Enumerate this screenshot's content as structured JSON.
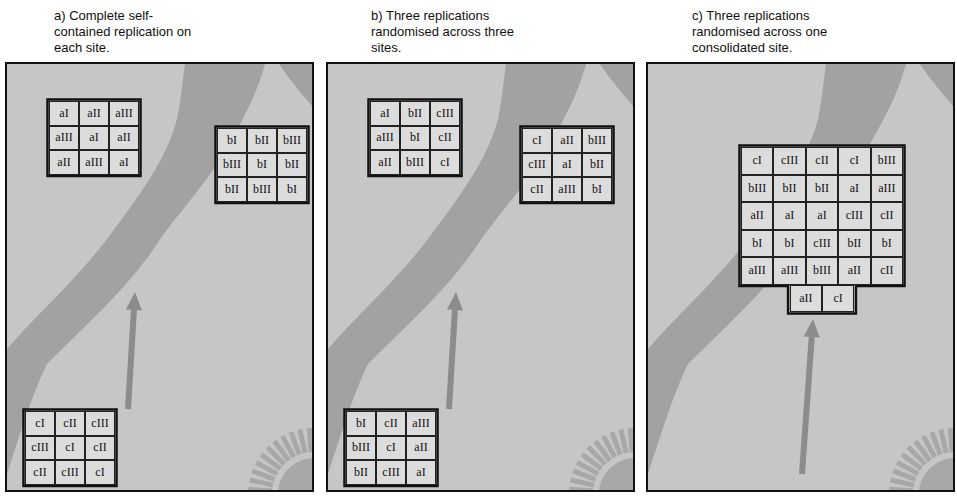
{
  "diagram": {
    "nodes": [
      {
        "text": [
          "a) Complete self-contained replication on each site."
        ]
      },
      {
        "text": [
          "aI"
        ],
        "in": 0
      },
      {
        "text": [
          "aII"
        ],
        "in": 0
      },
      {
        "text": [
          "aIII"
        ],
        "in": 0
      },
      {
        "text": [
          "aIII"
        ],
        "in": 0
      },
      {
        "text": [
          "aI"
        ],
        "in": 0
      },
      {
        "text": [
          "aII"
        ],
        "in": 0
      },
      {
        "text": [
          "aII"
        ],
        "in": 0
      },
      {
        "text": [
          "aIII"
        ],
        "in": 0
      },
      {
        "text": [
          "aI"
        ],
        "in": 0
      },
      {
        "text": [
          "bI"
        ],
        "in": 0
      },
      {
        "text": [
          "bII"
        ],
        "in": 0
      },
      {
        "text": [
          "bIII"
        ],
        "in": 0
      },
      {
        "text": [
          "bIII"
        ],
        "in": 0
      },
      {
        "text": [
          "bI"
        ],
        "in": 0
      },
      {
        "text": [
          "bII"
        ],
        "in": 0
      },
      {
        "text": [
          "bII"
        ],
        "in": 0
      },
      {
        "text": [
          "bIII"
        ],
        "in": 0
      },
      {
        "text": [
          "bI"
        ],
        "in": 0
      },
      {
        "text": [
          "cI"
        ],
        "in": 0
      },
      {
        "text": [
          "cII"
        ],
        "in": 0
      },
      {
        "text": [
          "cIII"
        ],
        "in": 0
      },
      {
        "text": [
          "cIII"
        ],
        "in": 0
      },
      {
        "text": [
          "cI"
        ],
        "in": 0
      },
      {
        "text": [
          "cII"
        ],
        "in": 0
      },
      {
        "text": [
          "cII"
        ],
        "in": 0
      },
      {
        "text": [
          "cIII"
        ],
        "in": 0
      },
      {
        "text": [
          "cI"
        ],
        "in": 0
      },
      {
        "text": [
          "b) Three replications randomised across three sites."
        ]
      },
      {
        "text": [
          "aI"
        ],
        "in": 28
      },
      {
        "text": [
          "bII"
        ],
        "in": 28
      },
      {
        "text": [
          "cIII"
        ],
        "in": 28
      },
      {
        "text": [
          "aIII"
        ],
        "in": 28
      },
      {
        "text": [
          "bI"
        ],
        "in": 28
      },
      {
        "text": [
          "cII"
        ],
        "in": 28
      },
      {
        "text": [
          "aII"
        ],
        "in": 28
      },
      {
        "text": [
          "bIII"
        ],
        "in": 28
      },
      {
        "text": [
          "cI"
        ],
        "in": 28
      },
      {
        "text": [
          "cI"
        ],
        "in": 28
      },
      {
        "text": [
          "aII"
        ],
        "in": 28
      },
      {
        "text": [
          "bIII"
        ],
        "in": 28
      },
      {
        "text": [
          "cIII"
        ],
        "in": 28
      },
      {
        "text": [
          "aI"
        ],
        "in": 28
      },
      {
        "text": [
          "bII"
        ],
        "in": 28
      },
      {
        "text": [
          "cII"
        ],
        "in": 28
      },
      {
        "text": [
          "aIII"
        ],
        "in": 28
      },
      {
        "text": [
          "bI"
        ],
        "in": 28
      },
      {
        "text": [
          "bI"
        ],
        "in": 28
      },
      {
        "text": [
          "cII"
        ],
        "in": 28
      },
      {
        "text": [
          "aIII"
        ],
        "in": 28
      },
      {
        "text": [
          "bIII"
        ],
        "in": 28
      },
      {
        "text": [
          "cI"
        ],
        "in": 28
      },
      {
        "text": [
          "aII"
        ],
        "in": 28
      },
      {
        "text": [
          "bII"
        ],
        "in": 28
      },
      {
        "text": [
          "cIII"
        ],
        "in": 28
      },
      {
        "text": [
          "aI"
        ],
        "in": 28
      },
      {
        "text": [
          "c) Three replications randomised across one consolidated site."
        ]
      },
      {
        "text": [
          "cI"
        ],
        "in": 56
      },
      {
        "text": [
          "cIII"
        ],
        "in": 56
      },
      {
        "text": [
          "cII"
        ],
        "in": 56
      },
      {
        "text": [
          "cI"
        ],
        "in": 56
      },
      {
        "text": [
          "bIII"
        ],
        "in": 56
      },
      {
        "text": [
          "bIII"
        ],
        "in": 56
      },
      {
        "text": [
          "bII"
        ],
        "in": 56
      },
      {
        "text": [
          "bII"
        ],
        "in": 56
      },
      {
        "text": [
          "aI"
        ],
        "in": 56
      },
      {
        "text": [
          "aIII"
        ],
        "in": 56
      },
      {
        "text": [
          "aII"
        ],
        "in": 56
      },
      {
        "text": [
          "aI"
        ],
        "in": 56
      },
      {
        "text": [
          "aI"
        ],
        "in": 56
      },
      {
        "text": [
          "cIII"
        ],
        "in": 56
      },
      {
        "text": [
          "cII"
        ],
        "in": 56
      },
      {
        "text": [
          "bI"
        ],
        "in": 56
      },
      {
        "text": [
          "bI"
        ],
        "in": 56
      },
      {
        "text": [
          "cIII"
        ],
        "in": 56
      },
      {
        "text": [
          "bII"
        ],
        "in": 56
      },
      {
        "text": [
          "bI"
        ],
        "in": 56
      },
      {
        "text": [
          "aIII"
        ],
        "in": 56
      },
      {
        "text": [
          "aIII"
        ],
        "in": 56
      },
      {
        "text": [
          "bIII"
        ],
        "in": 56
      },
      {
        "text": [
          "aII"
        ],
        "in": 56
      },
      {
        "text": [
          "cII"
        ],
        "in": 56
      },
      {
        "text": [
          "aII"
        ],
        "in": 56
      },
      {
        "text": [
          "cI"
        ],
        "in": 56
      }
    ]
  }
}
